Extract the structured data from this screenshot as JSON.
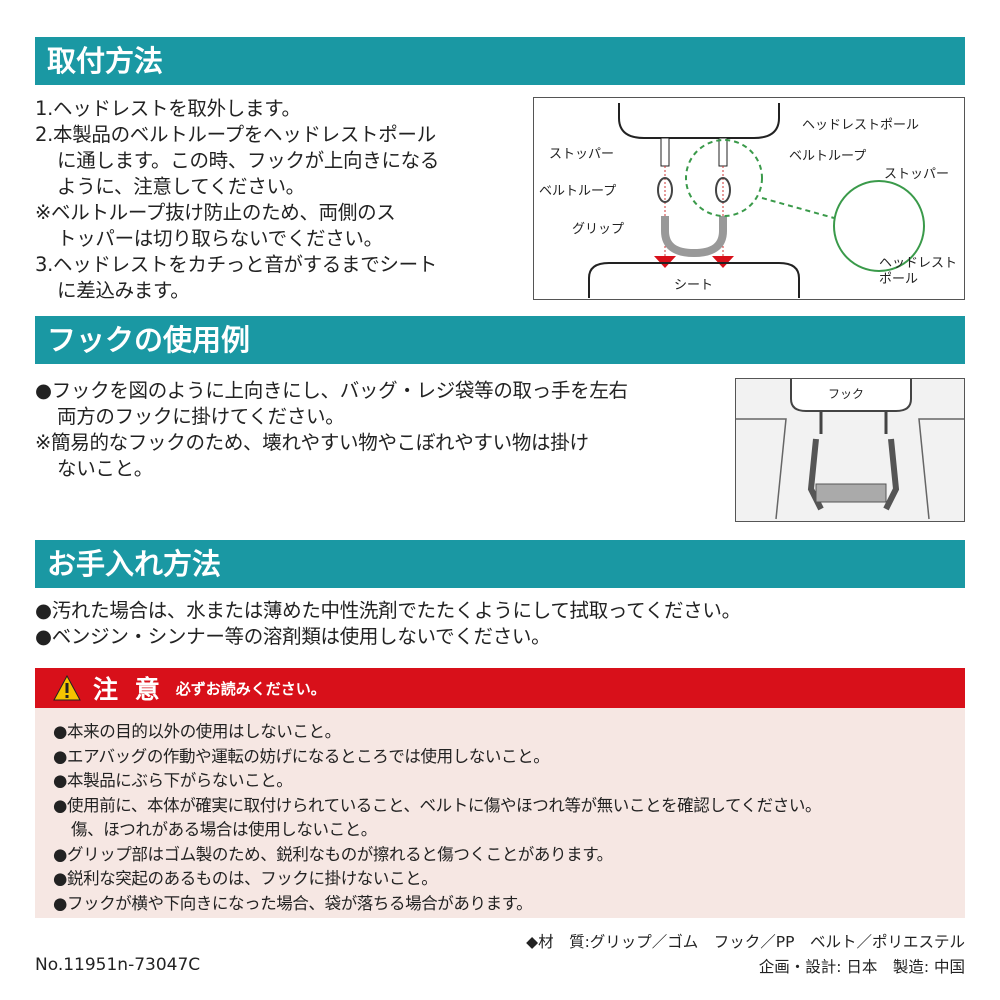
{
  "sections": {
    "install": {
      "title": "取付方法",
      "lines": [
        "1.ヘッドレストを取外します。",
        "2.本製品のベルトループをヘッドレストポール",
        "に通します。この時、フックが上向きになる",
        "ように、注意してください。",
        "※ベルトループ抜け防止のため、両側のス",
        "トッパーは切り取らないでください。",
        "3.ヘッドレストをカチっと音がするまでシート",
        "に差込みます。"
      ],
      "diagram": {
        "headrest_pole": "ヘッドレストポール",
        "stopper": "ストッパー",
        "belt_loop": "ベルトループ",
        "grip": "グリップ",
        "belt_loop_2": "ベルトループ",
        "stopper_2": "ストッパー",
        "headrest_pole_2a": "ヘッドレスト",
        "headrest_pole_2b": "ポール",
        "seat": "シート"
      }
    },
    "hook": {
      "title": "フックの使用例",
      "lines": [
        "●フックを図のように上向きにし、バッグ・レジ袋等の取っ手を左右",
        "両方のフックに掛けてください。",
        "※簡易的なフックのため、壊れやすい物やこぼれやすい物は掛け",
        "ないこと。"
      ],
      "diagram": {
        "hook_label": "フック"
      }
    },
    "care": {
      "title": "お手入れ方法",
      "lines": [
        "●汚れた場合は、水または薄めた中性洗剤でたたくようにして拭取ってください。",
        "●ベンジン・シンナー等の溶剤類は使用しないでください。"
      ]
    }
  },
  "warning": {
    "title": "注 意",
    "subtitle": "必ずお読みください。",
    "items": [
      "●本来の目的以外の使用はしないこと。",
      "●エアバッグの作動や運転の妨げになるところでは使用しないこと。",
      "●本製品にぶら下がらないこと。",
      "●使用前に、本体が確実に取付けられていること、ベルトに傷やほつれ等が無いことを確認してください。",
      "傷、ほつれがある場合は使用しないこと。",
      "●グリップ部はゴム製のため、鋭利なものが擦れると傷つくことがあります。",
      "●鋭利な突起のあるものは、フックに掛けないこと。",
      "●フックが横や下向きになった場合、袋が落ちる場合があります。"
    ]
  },
  "footer": {
    "material": "◆材　質:グリップ／ゴム　フック／PP　ベルト／ポリエステル",
    "origin": "企画・設計: 日本　製造: 中国",
    "model_no": "No.11951n-73047C"
  },
  "colors": {
    "header": "#1a98a3",
    "warning": "#d8101a",
    "warning_bg": "#f6e7e3"
  }
}
